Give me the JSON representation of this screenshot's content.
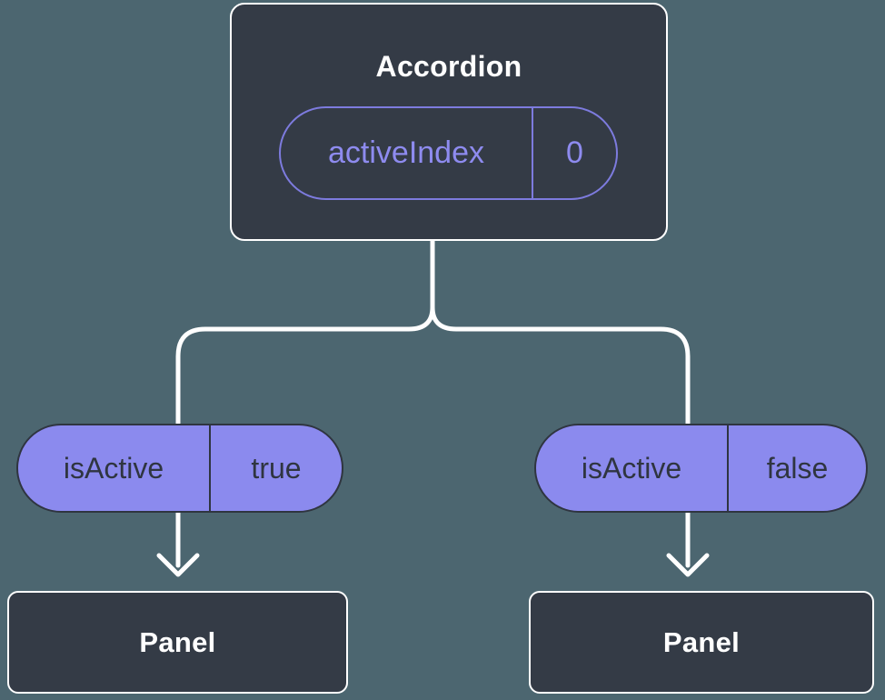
{
  "colors": {
    "background": "#4C6670",
    "node-fill": "#343B46",
    "node-border": "#FFFFFF",
    "pill-fill": "#8B8AEE",
    "accent-stroke": "#7D7BDE",
    "accent-text": "#8E8BEF",
    "dark-ink": "#2F3540",
    "connector": "#FFFFFF",
    "title-text": "#FFFFFF"
  },
  "root_node": {
    "title": "Accordion",
    "state": {
      "label": "activeIndex",
      "value": "0"
    }
  },
  "prop_pills": [
    {
      "label": "isActive",
      "value": "true"
    },
    {
      "label": "isActive",
      "value": "false"
    }
  ],
  "child_nodes": [
    {
      "title": "Panel"
    },
    {
      "title": "Panel"
    }
  ]
}
